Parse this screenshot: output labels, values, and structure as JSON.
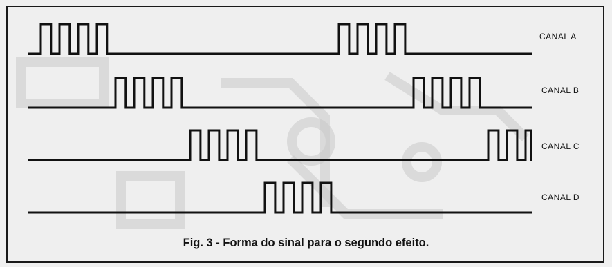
{
  "caption": "Fig. 3 - Forma do sinal para o segundo efeito.",
  "channels": [
    {
      "label": "CANAL A",
      "bursts": [
        0,
        4
      ]
    },
    {
      "label": "CANAL B",
      "bursts": [
        1,
        5
      ]
    },
    {
      "label": "CANAL C",
      "bursts": [
        2,
        6
      ]
    },
    {
      "label": "CANAL D",
      "bursts": [
        3
      ]
    }
  ],
  "pulses_per_burst": 4,
  "colors": {
    "ink": "#111111",
    "paper": "#efefef"
  }
}
